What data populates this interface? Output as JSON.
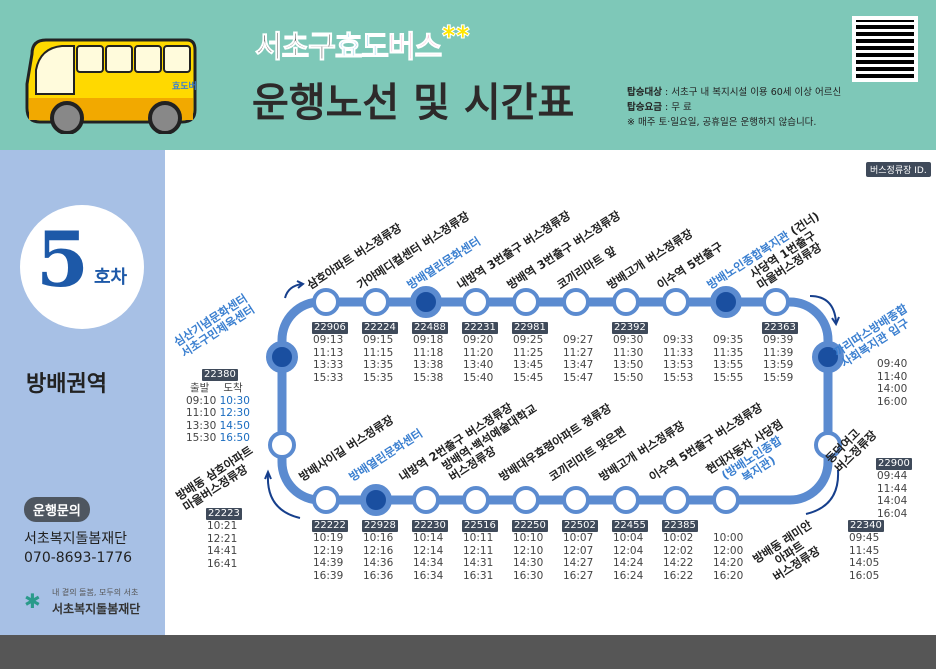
{
  "header": {
    "brand_prefix": "서초구",
    "brand_hyo": "효도",
    "brand_bus": "버스",
    "title": "운행노선 및 시간표",
    "target_label": "탑승대상",
    "target_value": " : 서초구 내 복지시설 이용 60세 이상 어르신",
    "fare_label": "탑승요금",
    "fare_value": " : 무   료",
    "notice": "※ 매주 토·일요일, 공휴일은 운행하지 않습니다.",
    "bus_logo_text": "효도버스"
  },
  "stop_id_legend": "버스정류장 ID.",
  "sidebar": {
    "number": "5",
    "unit": "호차",
    "region": "방배권역",
    "inquiry": "운행문의",
    "org": "서초복지돌봄재단",
    "phone": "070-8693-1776",
    "logo_slogan": "내 곁의 돌봄, 모두의 서초",
    "logo_name": "서초복지돌봄재단"
  },
  "colors": {
    "header": "#7ec8b8",
    "sidebar": "#a7c0e5",
    "route": "#5b8bd0",
    "main_stop": "#1a4fa0",
    "highlight_text": "#3a7fd0"
  },
  "start": {
    "lines": [
      {
        "text": "심산기념문화센터",
        "blue": true
      },
      {
        "text": "서초구민체육센터",
        "blue": true
      }
    ],
    "id": "22380",
    "dep_label": "출발",
    "arr_label": "도착",
    "rows": [
      {
        "dep": "09:10",
        "arr": "10:30"
      },
      {
        "dep": "11:10",
        "arr": "12:30"
      },
      {
        "dep": "13:30",
        "arr": "14:50"
      },
      {
        "dep": "15:30",
        "arr": "16:50"
      }
    ]
  },
  "top": [
    {
      "lines": [
        {
          "text": "삼호아파트 버스정류장"
        }
      ],
      "id": "22906",
      "times": [
        "09:13",
        "11:13",
        "13:33",
        "15:33"
      ]
    },
    {
      "lines": [
        {
          "text": "가야메디컬센터 버스정류장"
        }
      ],
      "id": "22224",
      "times": [
        "09:15",
        "11:15",
        "13:35",
        "15:35"
      ]
    },
    {
      "lines": [
        {
          "text": "방배열린문화센터",
          "blue": true
        }
      ],
      "main": true,
      "id": "22488",
      "times": [
        "09:18",
        "11:18",
        "13:38",
        "15:38"
      ]
    },
    {
      "lines": [
        {
          "text": "내방역 3번출구 버스정류장"
        }
      ],
      "id": "22231",
      "times": [
        "09:20",
        "11:20",
        "13:40",
        "15:40"
      ]
    },
    {
      "lines": [
        {
          "text": "방배역 3번출구 버스정류장"
        }
      ],
      "id": "22981",
      "times": [
        "09:25",
        "11:25",
        "13:45",
        "15:45"
      ]
    },
    {
      "lines": [
        {
          "text": "코끼리마트 앞"
        }
      ],
      "times": [
        "09:27",
        "11:27",
        "13:47",
        "15:47"
      ]
    },
    {
      "lines": [
        {
          "text": "방배고개 버스정류장"
        }
      ],
      "id": "22392",
      "times": [
        "09:30",
        "11:30",
        "13:50",
        "15:50"
      ]
    },
    {
      "lines": [
        {
          "text": "이수역 5번출구"
        }
      ],
      "times": [
        "09:33",
        "11:33",
        "13:53",
        "15:53"
      ]
    },
    {
      "lines": [
        {
          "text": "방배노인종합복지관",
          "blue": true,
          "suffix": " (건너)"
        }
      ],
      "main": true,
      "times": [
        "09:35",
        "11:35",
        "13:55",
        "15:55"
      ]
    },
    {
      "lines": [
        {
          "text": "사당역 1번출구"
        },
        {
          "text": "마을버스정류장"
        }
      ],
      "id": "22363",
      "times": [
        "09:39",
        "11:39",
        "13:59",
        "15:59"
      ]
    }
  ],
  "right": [
    {
      "lines": [
        {
          "text": "까리따스방배종합",
          "blue": true
        },
        {
          "text": "사회복지관 입구",
          "blue": true
        }
      ],
      "main": true,
      "times": [
        "09:40",
        "11:40",
        "14:00",
        "16:00"
      ]
    },
    {
      "lines": [
        {
          "text": "동덕여고"
        },
        {
          "text": "버스정류장"
        }
      ],
      "id": "22900",
      "times": [
        "09:44",
        "11:44",
        "14:04",
        "16:04"
      ]
    }
  ],
  "bottom": [
    {
      "lines": [
        {
          "text": "방배사이길 버스정류장"
        }
      ],
      "id": "22222",
      "times": [
        "10:19",
        "12:19",
        "14:39",
        "16:39"
      ]
    },
    {
      "lines": [
        {
          "text": "방배열린문화센터",
          "blue": true
        }
      ],
      "main": true,
      "id": "22928",
      "times": [
        "10:16",
        "12:16",
        "14:36",
        "16:36"
      ]
    },
    {
      "lines": [
        {
          "text": "내방역 2번출구 버스정류장"
        }
      ],
      "id": "22230",
      "times": [
        "10:14",
        "12:14",
        "14:34",
        "16:34"
      ]
    },
    {
      "lines": [
        {
          "text": "방배역·백석예술대학교"
        },
        {
          "text": "버스정류장"
        }
      ],
      "id": "22516",
      "times": [
        "10:11",
        "12:11",
        "14:31",
        "16:31"
      ]
    },
    {
      "lines": [
        {
          "text": "방배대우효령아파트 정류장"
        }
      ],
      "id": "22250",
      "times": [
        "10:10",
        "12:10",
        "14:30",
        "16:30"
      ]
    },
    {
      "lines": [
        {
          "text": "코끼리마트 맞은편"
        }
      ],
      "id": "22502",
      "times": [
        "10:07",
        "12:07",
        "14:27",
        "16:27"
      ]
    },
    {
      "lines": [
        {
          "text": "방배고개 버스정류장"
        }
      ],
      "id": "22455",
      "times": [
        "10:04",
        "12:04",
        "14:24",
        "16:24"
      ]
    },
    {
      "lines": [
        {
          "text": "이수역 5번출구 버스정류장"
        }
      ],
      "id": "22385",
      "times": [
        "10:02",
        "12:02",
        "14:22",
        "16:22"
      ]
    },
    {
      "lines": [
        {
          "text": "현대자동차 사당점"
        },
        {
          "text": "(방배노인종합",
          "blue": true
        },
        {
          "text": "복지관)",
          "blue": true
        }
      ],
      "times": [
        "10:00",
        "12:00",
        "14:20",
        "16:20"
      ]
    },
    {
      "lines": [
        {
          "text": "방배동 래미안"
        },
        {
          "text": "아파트"
        },
        {
          "text": "버스정류장"
        }
      ],
      "id": "22340",
      "times": [
        "09:45",
        "11:45",
        "14:05",
        "16:05"
      ]
    }
  ],
  "left_lower": {
    "lines": [
      {
        "text": "방배동 삼호아파트"
      },
      {
        "text": "마을버스정류장"
      }
    ],
    "id": "22223",
    "times": [
      "10:21",
      "12:21",
      "14:41",
      "16:41"
    ]
  }
}
